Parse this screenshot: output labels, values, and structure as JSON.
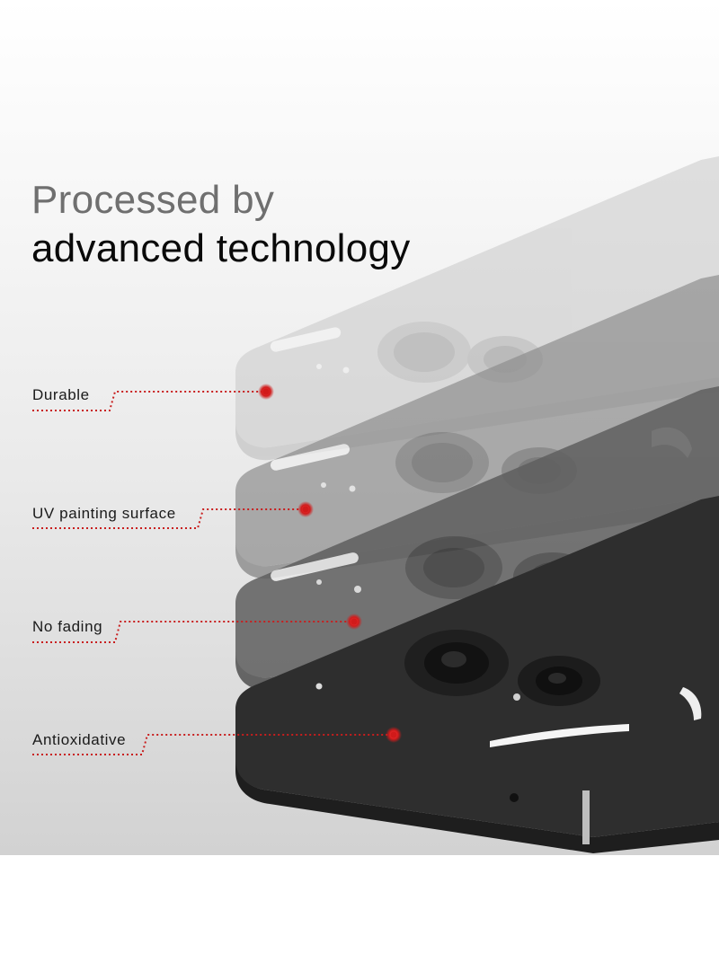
{
  "headline": {
    "line1": "Processed by",
    "line2": "advanced technology"
  },
  "features": [
    {
      "label": "Durable"
    },
    {
      "label": "UV painting surface"
    },
    {
      "label": "No fading"
    },
    {
      "label": "Antioxidative"
    }
  ],
  "colors": {
    "headline_line1": "#6f6f6f",
    "headline_line2": "#0a0a0a",
    "callout_dot": "#d11a1a",
    "callout_line": "#c81e1e",
    "case_light": "#c9c9c9",
    "case_mid": "#8e8e8e",
    "case_dark": "#5a5a5a",
    "case_black": "#2a2a2a"
  },
  "product_layers": [
    "phone-case-layer-1",
    "phone-case-layer-2",
    "phone-case-layer-3",
    "phone-case-layer-4"
  ]
}
